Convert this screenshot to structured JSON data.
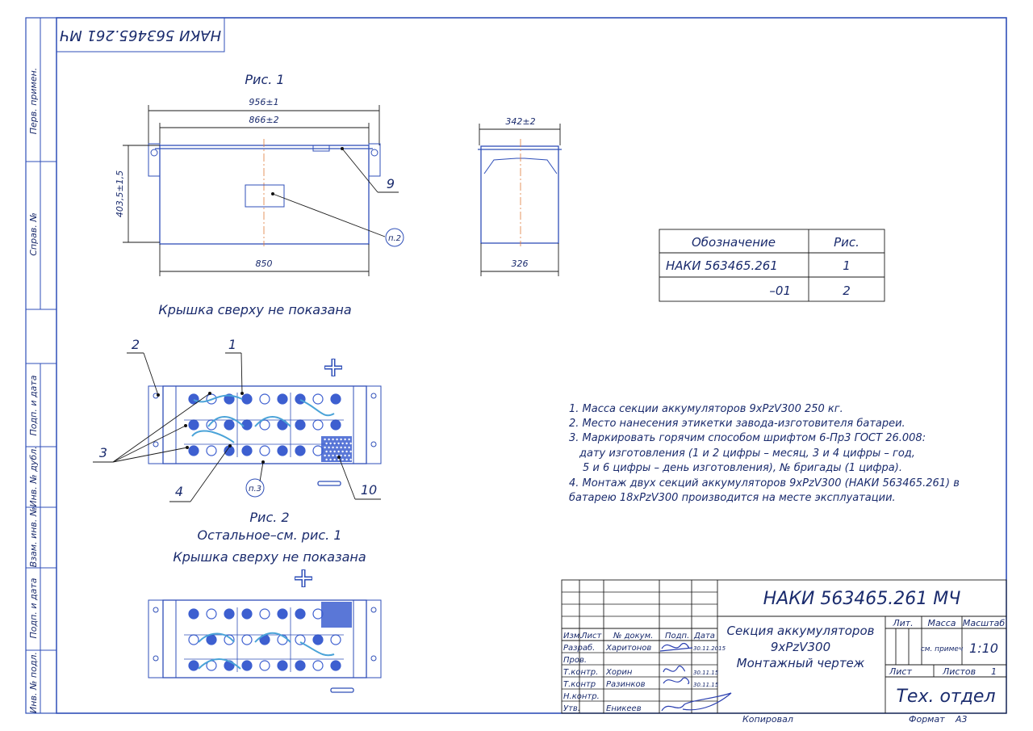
{
  "stamp_top": "НАКИ 563465.261 МЧ",
  "side_labels": {
    "perv_primen": "Перв. примен.",
    "sprav_no": "Справ. №",
    "podp_data_1": "Подп. и дата",
    "inv_dubl": "Инв. № дубл.",
    "vzam_inv": "Взам. инв. №",
    "podp_data_2": "Подп. и дата",
    "inv_podl": "Инв. № подл."
  },
  "fig1": {
    "caption": "Рис. 1",
    "dim_956": "956±1",
    "dim_866": "866±2",
    "dim_403": "403,5±1,5",
    "dim_850": "850",
    "dim_342": "342±2",
    "dim_326": "326",
    "callout_9": "9",
    "note_p2": "п.2",
    "note_lid": "Крышка сверху не показана"
  },
  "variant_table": {
    "headers": [
      "Обозначение",
      "Рис."
    ],
    "rows": [
      [
        "НАКИ 563465.261",
        "1"
      ],
      [
        "–01",
        "2"
      ]
    ]
  },
  "fig_mid": {
    "callout_1": "1",
    "callout_2": "2",
    "callout_3": "3",
    "callout_4": "4",
    "callout_10": "10",
    "note_p3": "п.3"
  },
  "fig2": {
    "caption": "Рис. 2",
    "rest": "Остальное–см. рис. 1",
    "note_lid": "Крышка сверху не показана"
  },
  "notes": [
    "1. Масса секции аккумуляторов 9xPzV300 250 кг.",
    "2. Место нанесения этикетки завода-изготовителя батареи.",
    "3. Маркировать горячим способом шрифтом 6-Пр3 ГОСТ 26.008:",
    "дату изготовления (1 и 2 цифры – месяц, 3 и 4 цифры – год,",
    "5 и 6  цифры – день изготовления), № бригады (1 цифра).",
    "4.  Монтаж  двух  секций  аккумуляторов  9xPzV300  (НАКИ  563465.261)  в",
    "батарею 18xPzV300 производится на месте эксплуатации."
  ],
  "title_block": {
    "designation": "НАКИ 563465.261 МЧ",
    "name_1": "Секция аккумуляторов",
    "name_2": "9xPzV300",
    "name_3": "Монтажный чертеж",
    "hdr_izm": "Изм.",
    "hdr_list": "Лист",
    "hdr_dokum": "№ докум.",
    "hdr_podp": "Подп.",
    "hdr_data": "Дата",
    "roles": [
      "Разраб.",
      "Пров.",
      "Т.контр.",
      "Т.контр",
      "Н.контр.",
      "Утв."
    ],
    "people": [
      "Харитонов",
      "",
      "Хорин",
      "Разинков",
      "",
      "Еникеев"
    ],
    "dates": [
      "30.11.2015",
      "",
      "30.11.15",
      "30.11.15",
      "",
      ""
    ],
    "lit": "Лит.",
    "massa": "Масса",
    "masshtab": "Масштаб",
    "massa_val": "см. примеч",
    "scale_val": "1:10",
    "list": "Лист",
    "listov": "Листов",
    "listov_val": "1",
    "dept": "Тех. отдел",
    "kopiroval": "Копировал",
    "format": "Формат",
    "format_val": "А3"
  },
  "colors": {
    "ink": "#1a2b6d",
    "line": "#2f4fb8",
    "cell": "#3d5fd0",
    "cable": "#4aa3d8"
  }
}
